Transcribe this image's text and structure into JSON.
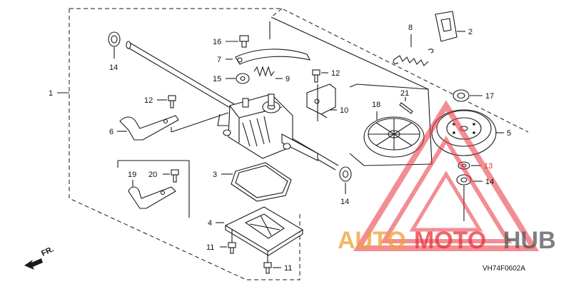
{
  "callouts": [
    {
      "id": "c1",
      "text": "1"
    },
    {
      "id": "c2",
      "text": "2"
    },
    {
      "id": "c3",
      "text": "3"
    },
    {
      "id": "c4",
      "text": "4"
    },
    {
      "id": "c5",
      "text": "5"
    },
    {
      "id": "c6",
      "text": "6"
    },
    {
      "id": "c7",
      "text": "7"
    },
    {
      "id": "c8",
      "text": "8"
    },
    {
      "id": "c9",
      "text": "9"
    },
    {
      "id": "c10",
      "text": "10"
    },
    {
      "id": "c11a",
      "text": "11"
    },
    {
      "id": "c11b",
      "text": "11"
    },
    {
      "id": "c12a",
      "text": "12"
    },
    {
      "id": "c12b",
      "text": "12"
    },
    {
      "id": "c13",
      "text": "13"
    },
    {
      "id": "c14a",
      "text": "14"
    },
    {
      "id": "c14b",
      "text": "14"
    },
    {
      "id": "c14c",
      "text": "14"
    },
    {
      "id": "c15",
      "text": "15"
    },
    {
      "id": "c16",
      "text": "16"
    },
    {
      "id": "c17",
      "text": "17"
    },
    {
      "id": "c18",
      "text": "18"
    },
    {
      "id": "c19",
      "text": "19"
    },
    {
      "id": "c20",
      "text": "20"
    },
    {
      "id": "c21",
      "text": "21"
    }
  ],
  "direction_label": "FR.",
  "diagram_code": "VH74F0602A",
  "watermark": {
    "part1": "AUTO",
    "part2": "MOTO",
    "part3": "HUB"
  },
  "colors": {
    "ink": "#1a1a1a",
    "watermark_red": "#e8323c",
    "watermark_orange": "#f0a030",
    "watermark_gray": "#555555",
    "highlight": "#e8323c"
  }
}
